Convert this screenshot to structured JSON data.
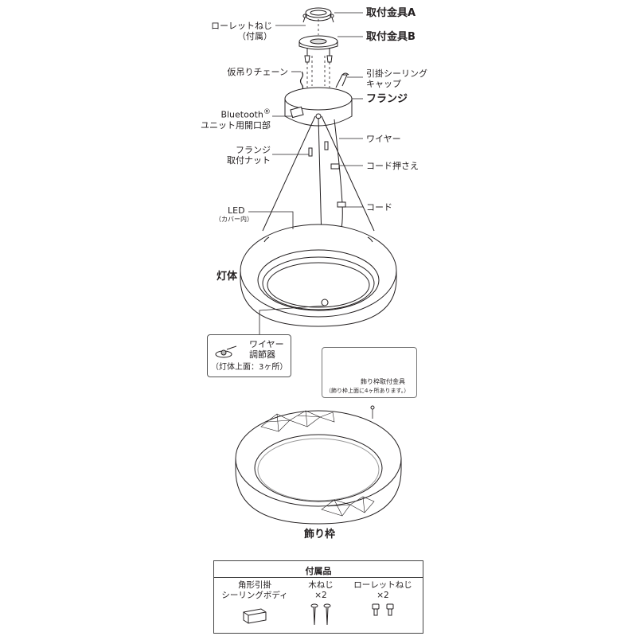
{
  "labels": {
    "bracket_a": "取付金具A",
    "knurl_screw_1": "ローレットねじ",
    "knurl_screw_2": "（付属）",
    "bracket_b": "取付金具B",
    "temp_chain": "仮吊りチェーン",
    "ceiling_cap_1": "引掛シーリング",
    "ceiling_cap_2": "キャップ",
    "flange": "フランジ",
    "bt_1": "Bluetooth",
    "bt_reg": "®",
    "bt_2": "ユニット用開口部",
    "wire": "ワイヤー",
    "flange_nut_1": "フランジ",
    "flange_nut_2": "取付ナット",
    "cord_clamp": "コード押さえ",
    "cord": "コード",
    "led": "LED",
    "led_sub": "（カバー内）",
    "body": "灯体",
    "deco_frame": "飾り枠"
  },
  "callout_wire": {
    "line1": "ワイヤー",
    "line2": "調節器",
    "line3": "（灯体上面：3ヶ所）"
  },
  "callout_bracket": {
    "line1": "飾り枠取付金具",
    "line2": "（飾り枠上面に4ヶ所あります。）"
  },
  "accessories": {
    "title": "付属品",
    "items": [
      {
        "line1": "角形引掛",
        "line2": "シーリングボディ",
        "icon": "ceiling-body-icon"
      },
      {
        "line1": "木ねじ",
        "line2": "×2",
        "icon": "wood-screw-icon"
      },
      {
        "line1": "ローレットねじ",
        "line2": "×2",
        "icon": "knurl-screw-icon"
      }
    ]
  },
  "colors": {
    "line": "#231f20",
    "fill": "#ffffff",
    "shade": "#d8d8d8"
  }
}
